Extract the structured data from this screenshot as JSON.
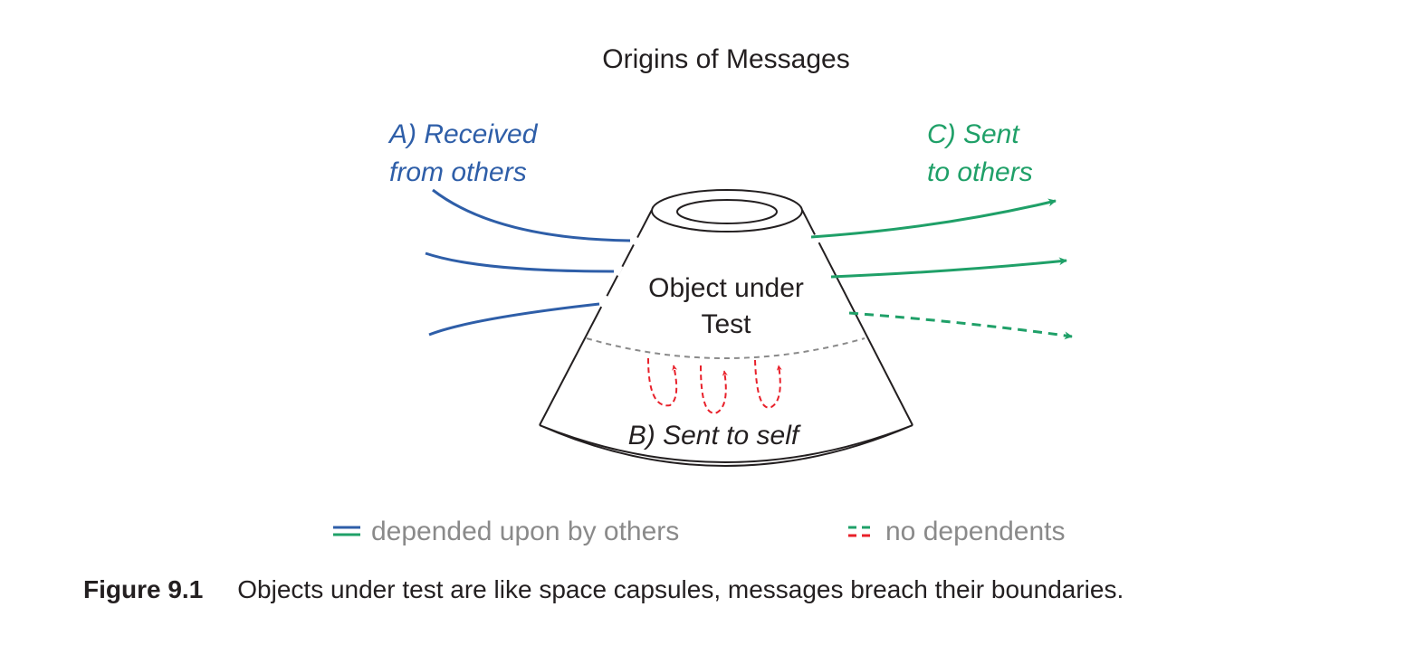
{
  "diagram": {
    "title": "Origins of Messages",
    "received_label": [
      "A) Received",
      "from others"
    ],
    "sent_label": [
      "C) Sent",
      "to others"
    ],
    "object_label": [
      "Object under",
      "Test"
    ],
    "self_label": "B) Sent to self",
    "colors": {
      "received": "#2e5ea8",
      "sent": "#1fa068",
      "self": "#e8202a",
      "outline": "#231f20",
      "boundary": "#8a8a8a"
    }
  },
  "legend": {
    "solid_label": "depended upon by others",
    "dashed_label": "no dependents"
  },
  "caption": {
    "figure_number": "Figure 9.1",
    "text": "Objects under test are like space capsules, messages breach their boundaries."
  }
}
